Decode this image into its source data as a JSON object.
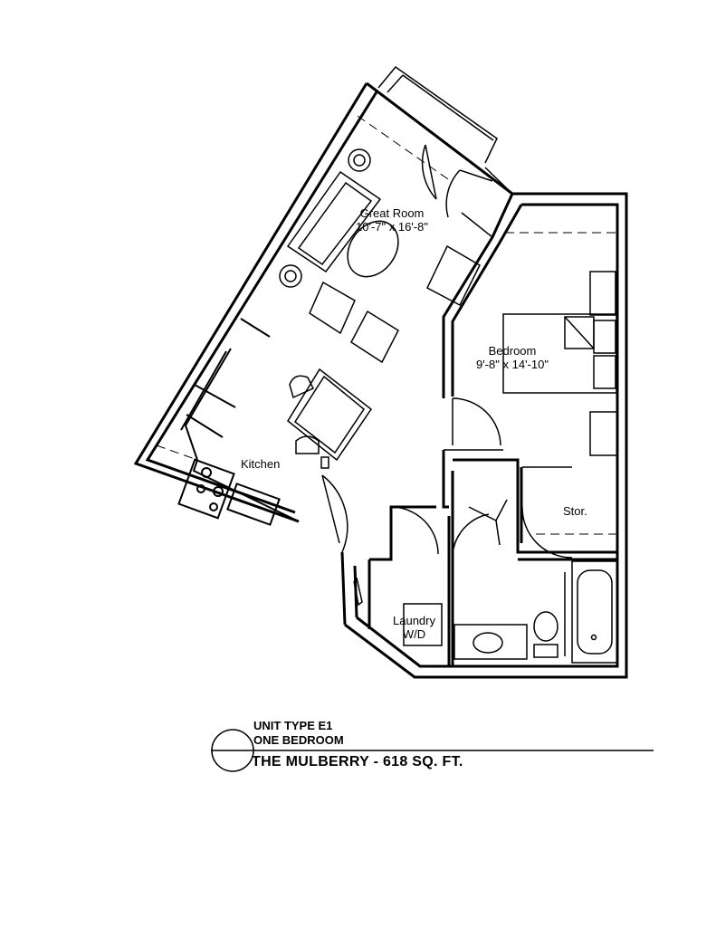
{
  "rooms": {
    "great_room": {
      "name": "Great Room",
      "dims": "10'-7\" x 16'-8\""
    },
    "bedroom": {
      "name": "Bedroom",
      "dims": "9'-8\" x 14'-10\""
    },
    "kitchen": {
      "name": "Kitchen"
    },
    "storage": {
      "name": "Stor."
    },
    "laundry": {
      "name": "Laundry",
      "appliance": "W/D"
    }
  },
  "title_block": {
    "unit_type": "UNIT TYPE E1",
    "bedrooms": "ONE BEDROOM",
    "building_area": "THE MULBERRY - 618 SQ. FT."
  }
}
